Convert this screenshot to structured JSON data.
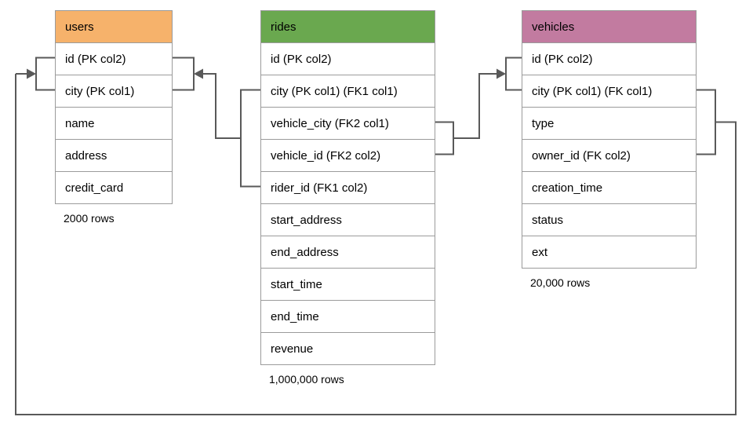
{
  "diagram": {
    "colors": {
      "connector": "#595959",
      "table_border": "#9b9b9b",
      "row_text": "#000000"
    },
    "tables": {
      "users": {
        "title": "users",
        "header_color": "#f6b26b",
        "rows": [
          "id (PK col2)",
          "city (PK col1)",
          "name",
          "address",
          "credit_card"
        ],
        "row_count_label": "2000 rows"
      },
      "rides": {
        "title": "rides",
        "header_color": "#6aa84f",
        "rows": [
          "id (PK col2)",
          "city (PK col1) (FK1 col1)",
          "vehicle_city (FK2 col1)",
          "vehicle_id (FK2 col2)",
          "rider_id (FK1 col2)",
          "start_address",
          "end_address",
          "start_time",
          "end_time",
          "revenue"
        ],
        "row_count_label": "1,000,000 rows"
      },
      "vehicles": {
        "title": "vehicles",
        "header_color": "#c27ba0",
        "rows": [
          "id (PK col2)",
          "city (PK col1) (FK col1)",
          "type",
          "owner_id (FK col2)",
          "creation_time",
          "status",
          "ext"
        ],
        "row_count_label": "20,000 rows"
      }
    }
  }
}
